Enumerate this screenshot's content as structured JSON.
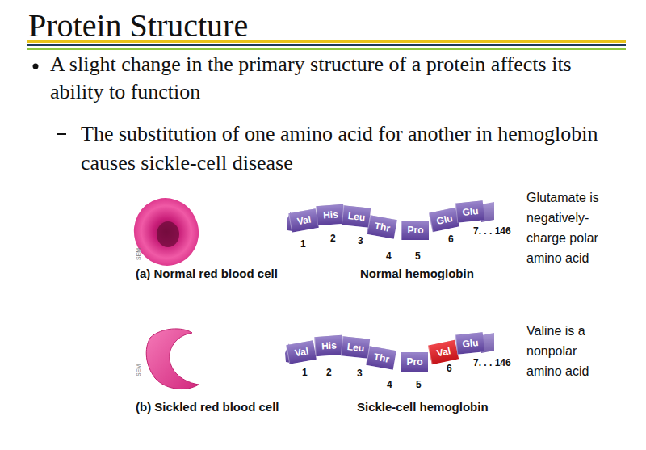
{
  "diagram": {
    "title": "Protein Structure",
    "nodes": [
      {
        "text": [
          "Val"
        ]
      },
      {
        "text": [
          "His"
        ]
      },
      {
        "text": [
          "Leu"
        ]
      },
      {
        "text": [
          "Thr"
        ]
      },
      {
        "text": [
          "Pro"
        ]
      },
      {
        "text": [
          "Glu"
        ]
      },
      {
        "text": [
          "Glu"
        ]
      },
      {
        "text": [
          "Val"
        ]
      },
      {
        "text": [
          "His"
        ]
      },
      {
        "text": [
          "Leu"
        ]
      },
      {
        "text": [
          "Thr"
        ]
      },
      {
        "text": [
          "Pro"
        ]
      },
      {
        "text": [
          "Val"
        ]
      },
      {
        "text": [
          "Glu"
        ]
      }
    ],
    "labels": [
      "A slight change in the primary structure of a protein affects its ability to function",
      "The substitution of one amino acid for another in hemoglobin causes sickle-cell disease",
      "SEM",
      "(a) Normal red blood cell",
      "Normal hemoglobin",
      "1",
      "2",
      "3",
      "4",
      "5",
      "6",
      "7. . . 146",
      "Glutamate is negatively-charge polar amino acid",
      "SEM",
      "(b) Sickled red blood cell",
      "Sickle-cell hemoglobin",
      "1",
      "2",
      "3",
      "4",
      "5",
      "6",
      "7. . . 146",
      "Valine is a nonpolar amino acid"
    ]
  }
}
